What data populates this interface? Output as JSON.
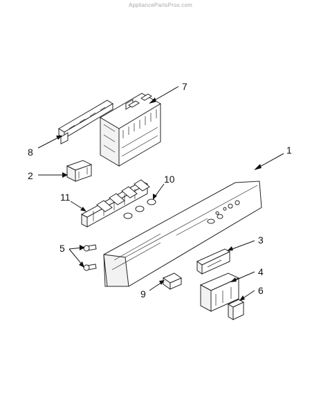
{
  "watermark": "AppliancePartsPros.com",
  "callouts": [
    {
      "id": "c1",
      "label": "1"
    },
    {
      "id": "c2",
      "label": "2"
    },
    {
      "id": "c3",
      "label": "3"
    },
    {
      "id": "c4",
      "label": "4"
    },
    {
      "id": "c5",
      "label": "5"
    },
    {
      "id": "c6",
      "label": "6"
    },
    {
      "id": "c7",
      "label": "7"
    },
    {
      "id": "c8",
      "label": "8"
    },
    {
      "id": "c9",
      "label": "9"
    },
    {
      "id": "c10",
      "label": "10"
    },
    {
      "id": "c11",
      "label": "11"
    }
  ]
}
